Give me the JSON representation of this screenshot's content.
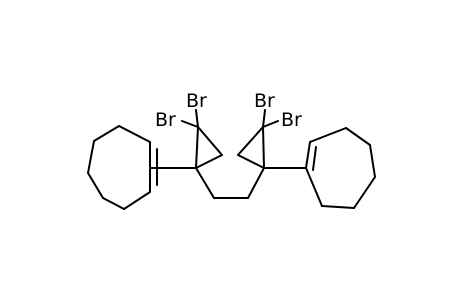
{
  "molecule": {
    "atoms": [
      {
        "id": "br1",
        "label": "Br"
      },
      {
        "id": "br2",
        "label": "Br"
      },
      {
        "id": "br3",
        "label": "Br"
      },
      {
        "id": "br4",
        "label": "Br"
      }
    ]
  }
}
